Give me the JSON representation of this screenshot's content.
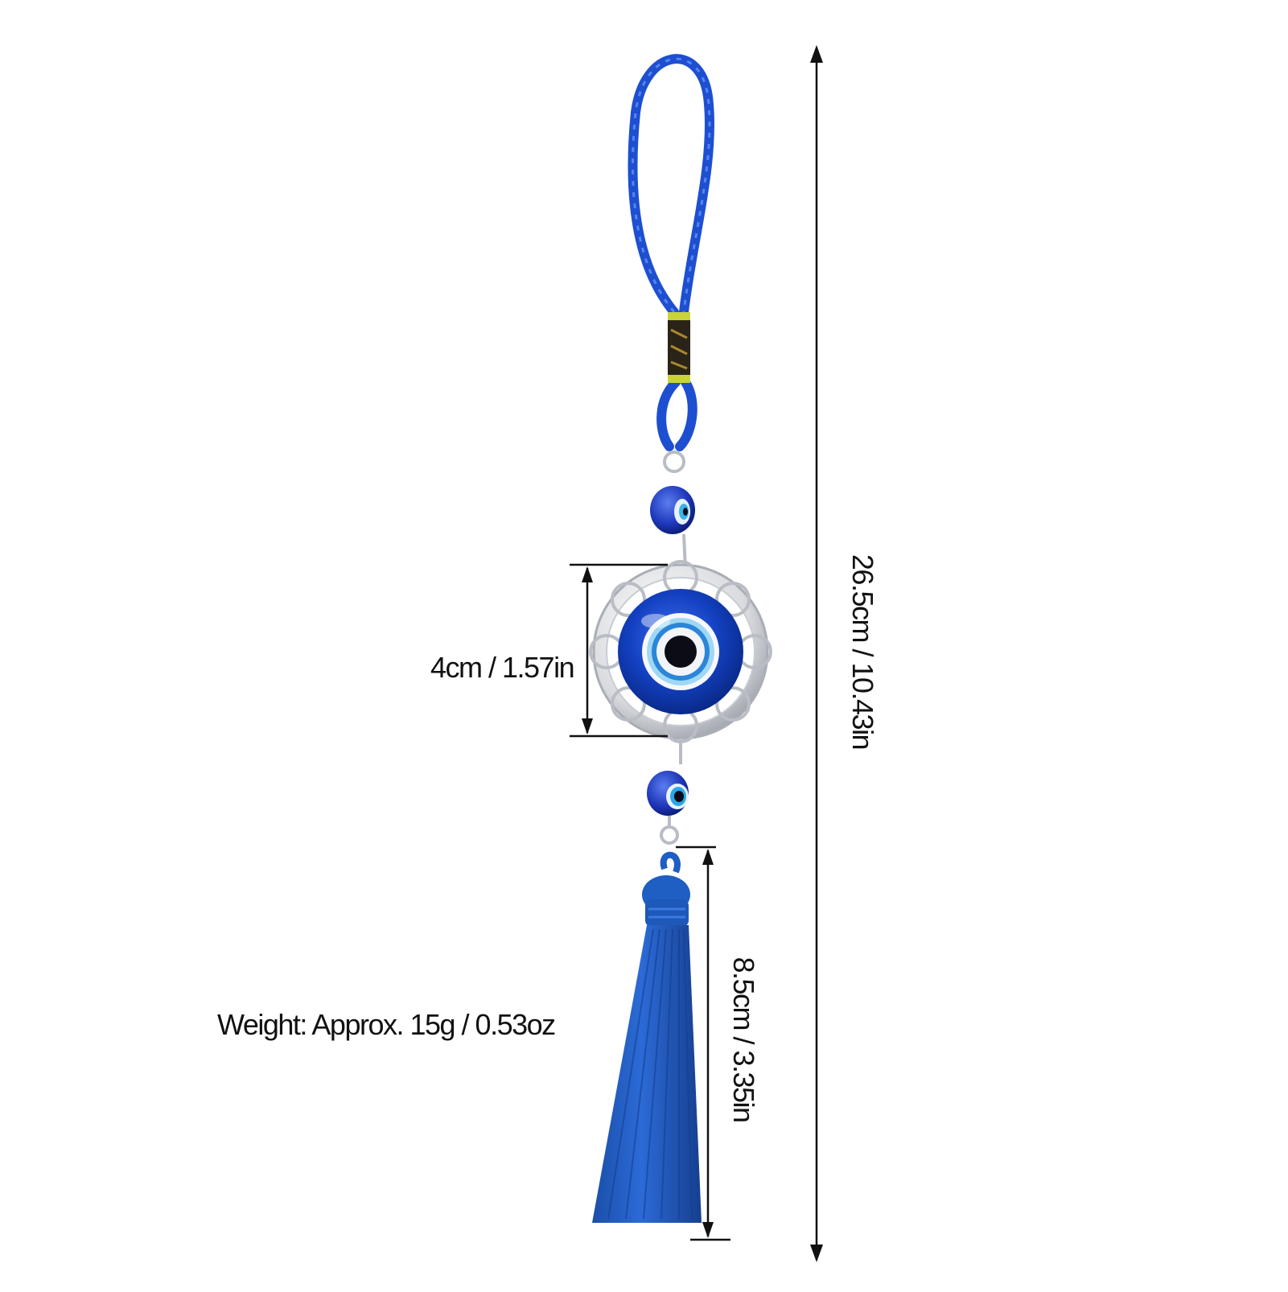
{
  "dimensions": {
    "total_length": "26.5cm / 10.43in",
    "pendant_diameter": "4cm / 1.57in",
    "tassel_length": "8.5cm / 3.35in"
  },
  "weight_text": "Weight: Approx. 15g / 0.53oz",
  "colors": {
    "cord": "#1d4fd0",
    "tassel": "#1f5ec2",
    "glass_blue": "#1340c0",
    "silver": "#d9dbe0",
    "text": "#111111",
    "background": "#ffffff"
  }
}
